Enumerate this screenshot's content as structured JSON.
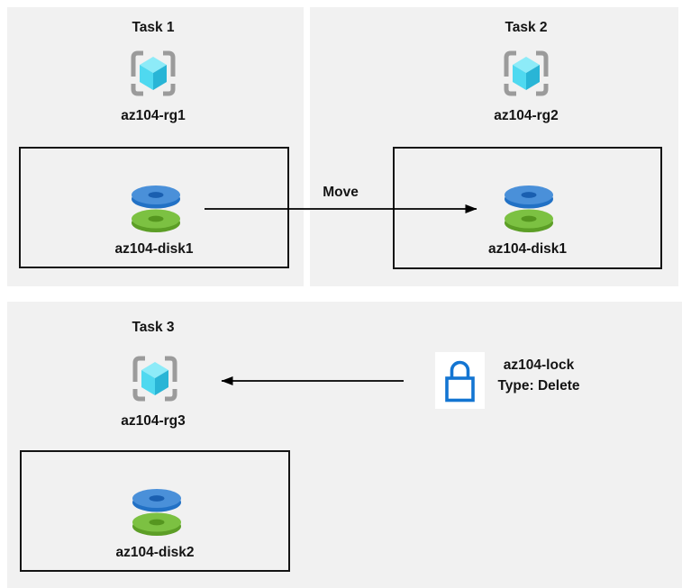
{
  "panels": [
    {
      "id": "task1",
      "title": "Task 1",
      "rg_label": "az104-rg1",
      "disk_label": "az104-disk1"
    },
    {
      "id": "task2",
      "title": "Task 2",
      "rg_label": "az104-rg2",
      "disk_label": "az104-disk1"
    },
    {
      "id": "task3",
      "title": "Task 3",
      "rg_label": "az104-rg3",
      "disk_label": "az104-disk2"
    }
  ],
  "move_arrow": {
    "label": "Move"
  },
  "lock": {
    "name": "az104-lock",
    "type": "Type: Delete"
  },
  "icons": {
    "resource_group": "azure-resource-group-icon",
    "disk": "azure-managed-disk-icon",
    "lock": "lock-icon"
  },
  "colors": {
    "page_bg": "#ffffff",
    "panel_bg": "#f1f1f1",
    "box_border": "#141414",
    "text": "#141414",
    "arrow": "#000000",
    "bracket_gray": "#9b9b9b",
    "cube_top": "#8debf8",
    "cube_left": "#4fd9f0",
    "cube_right": "#29b5d6",
    "disk_blue_face": "#4a90d9",
    "disk_blue_rim": "#2271c5",
    "disk_blue_hole": "#1a5fb0",
    "disk_green_face": "#7cc142",
    "disk_green_rim": "#5c9e26",
    "disk_green_hole": "#55961f",
    "lock_blue": "#1375d2"
  }
}
